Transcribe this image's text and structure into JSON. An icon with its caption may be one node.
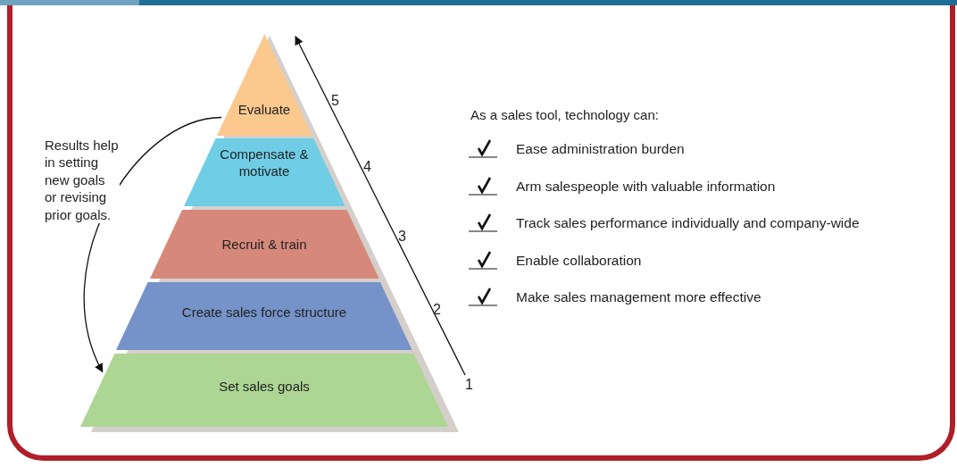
{
  "diagram": {
    "nodes": [
      {
        "text": [
          "Evaluate"
        ]
      },
      {
        "text": [
          "Compensate & motivate"
        ]
      },
      {
        "text": [
          "Recruit & train"
        ]
      },
      {
        "text": [
          "Create sales force structure"
        ]
      },
      {
        "text": [
          "Set sales goals"
        ]
      }
    ],
    "edges": [
      {
        "from": 0,
        "to": 4,
        "arrow": "to",
        "label": "Results help in setting new goals or revising prior goals."
      }
    ],
    "labels": [
      "5",
      "4",
      "3",
      "2",
      "1",
      "As a sales tool, technology can:",
      "Ease administration burden",
      "Arm salespeople with valuable information",
      "Track sales performance individually and company-wide",
      "Enable collaboration",
      "Make sales management more effective"
    ]
  }
}
